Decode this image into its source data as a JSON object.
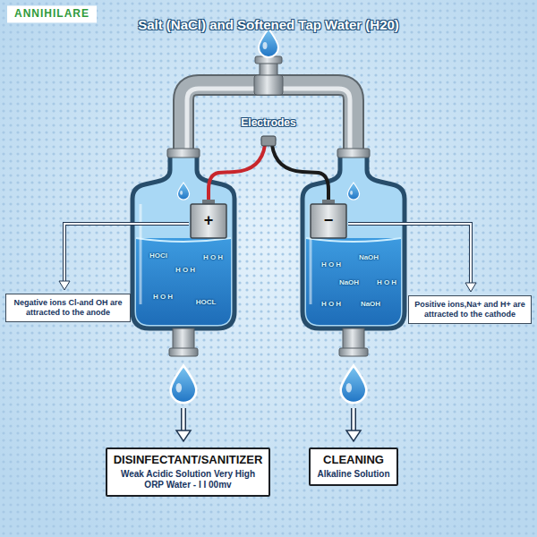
{
  "diagram": {
    "title": "Salt (NaCl) and Softened Tap Water (H20)",
    "nodes": [
      {
        "text": [
          "Negative ions Cl-and OH are attracted to the anode"
        ]
      },
      {
        "text": [
          "Positive ions,Na+ and H+ are attracted to the cathode"
        ]
      },
      {
        "text": [
          "DISINFECTANT/SANITIZER",
          "Weak Acidic Solution Very High ORP Water - I I 00mv"
        ]
      },
      {
        "text": [
          "CLEANING",
          "Alkaline Solution"
        ]
      }
    ],
    "labels": [
      "ANNIHILARE",
      "Electrodes",
      "+",
      "−",
      "HOCl",
      "H O H",
      "H O H",
      "H O H",
      "HOCL",
      "NaOH",
      "H O H",
      "NaOH",
      "H O H",
      "H O H",
      "NaOH"
    ]
  }
}
